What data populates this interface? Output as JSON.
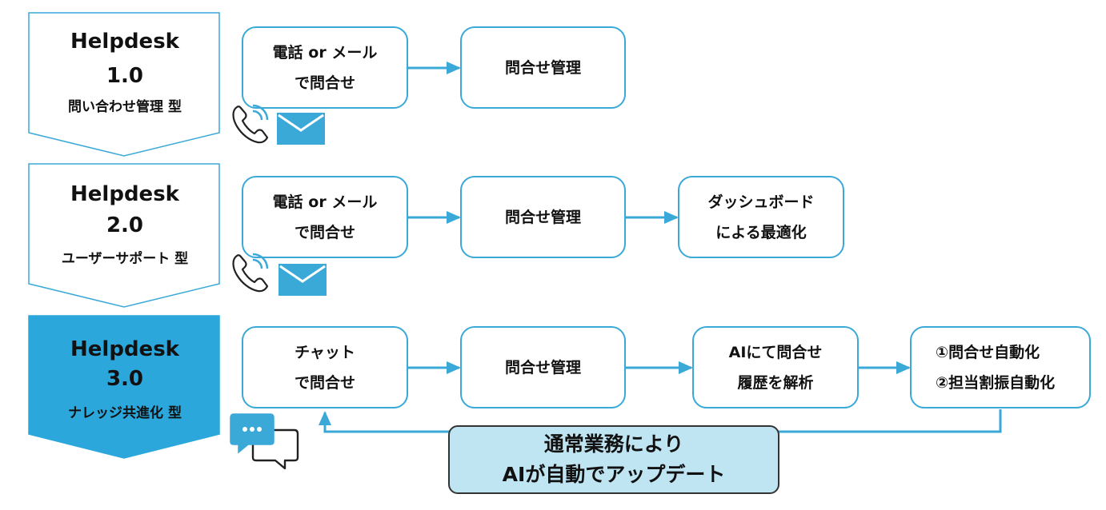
{
  "colors": {
    "accent": "#3aa9d8",
    "banner_fill": "#bfe4f2"
  },
  "rows": [
    {
      "title": "Helpdesk",
      "version": "1.0",
      "type": "問い合わせ管理 型",
      "boxes": [
        {
          "line1": "電話 or メール",
          "line2": "で問合せ"
        },
        {
          "line1": "問合せ管理",
          "line2": ""
        }
      ]
    },
    {
      "title": "Helpdesk",
      "version": "2.0",
      "type": "ユーザーサポート 型",
      "boxes": [
        {
          "line1": "電話 or メール",
          "line2": "で問合せ"
        },
        {
          "line1": "問合せ管理",
          "line2": ""
        },
        {
          "line1": "ダッシュボード",
          "line2": "による最適化"
        }
      ]
    },
    {
      "title": "Helpdesk",
      "version": "3.0",
      "type": "ナレッジ共進化 型",
      "boxes": [
        {
          "line1": "チャット",
          "line2": "で問合せ"
        },
        {
          "line1": "問合せ管理",
          "line2": ""
        },
        {
          "line1": "AIにて問合せ",
          "line2": "履歴を解析"
        },
        {
          "line1": "①問合せ自動化",
          "line2": "②担当割振自動化"
        }
      ]
    }
  ],
  "banner": {
    "line1": "通常業務により",
    "line2": "AIが自動でアップデート"
  },
  "icons": {
    "row1": [
      "phone-icon",
      "mail-icon"
    ],
    "row2": [
      "phone-icon",
      "mail-icon"
    ],
    "row3": [
      "chat-bubbles-icon"
    ]
  }
}
